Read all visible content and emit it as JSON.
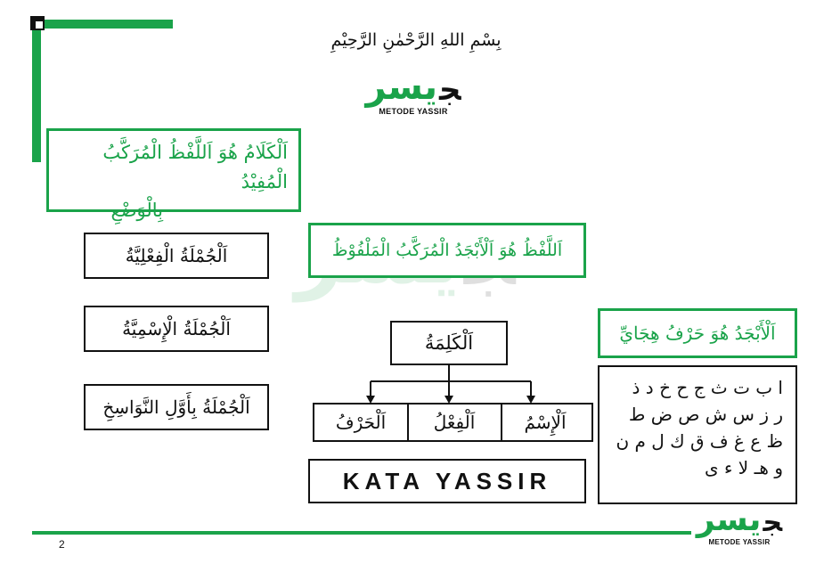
{
  "basmalah": "بِسْمِ اللهِ الرَّحْمٰنِ الرَّحِيْمِ",
  "logo": {
    "word": "يسر",
    "mark": "ﺠ",
    "subtitle": "METODE YASSIR"
  },
  "definitions": {
    "kalam_line1": "اَلْكَلَامُ هُوَ اَللَّفْظُ الْمُرَكَّبُ الْمُفِيْدُ",
    "kalam_line2": "بِالْوَضْعِ",
    "lafz": "اَللَّفْظُ هُوَ اَلْأَبْجَدُ الْمُرَكَّبُ الْمَلْفُوْظُ",
    "abjad": "اَلْأَبْجَدُ هُوَ حَرْفُ هِجَايِّ"
  },
  "sentences": [
    "اَلْجُمْلَةُ الْفِعْلِيَّةُ",
    "اَلْجُمْلَةُ الْإِسْمِيَّةُ",
    "اَلْجُمْلَةُ بِأَوَّلِ النَّوَاسِخِ"
  ],
  "kalimah": {
    "root": "اَلْكَلِمَةُ",
    "branches": [
      "اَلْإِسْمُ",
      "اَلْفِعْلُ",
      "اَلْحَرْفُ"
    ]
  },
  "kata_label": "KATA YASSIR",
  "alphabet_lines": [
    "ا ب ت ث ج ح خ د ذ",
    "ر ز س ش ص ض ط",
    "ظ ع غ ف ق ك ل م ن",
    "و هـ لا ء ى"
  ],
  "page_number": "2",
  "colors": {
    "accent": "#1aa34a",
    "text": "#111111"
  }
}
